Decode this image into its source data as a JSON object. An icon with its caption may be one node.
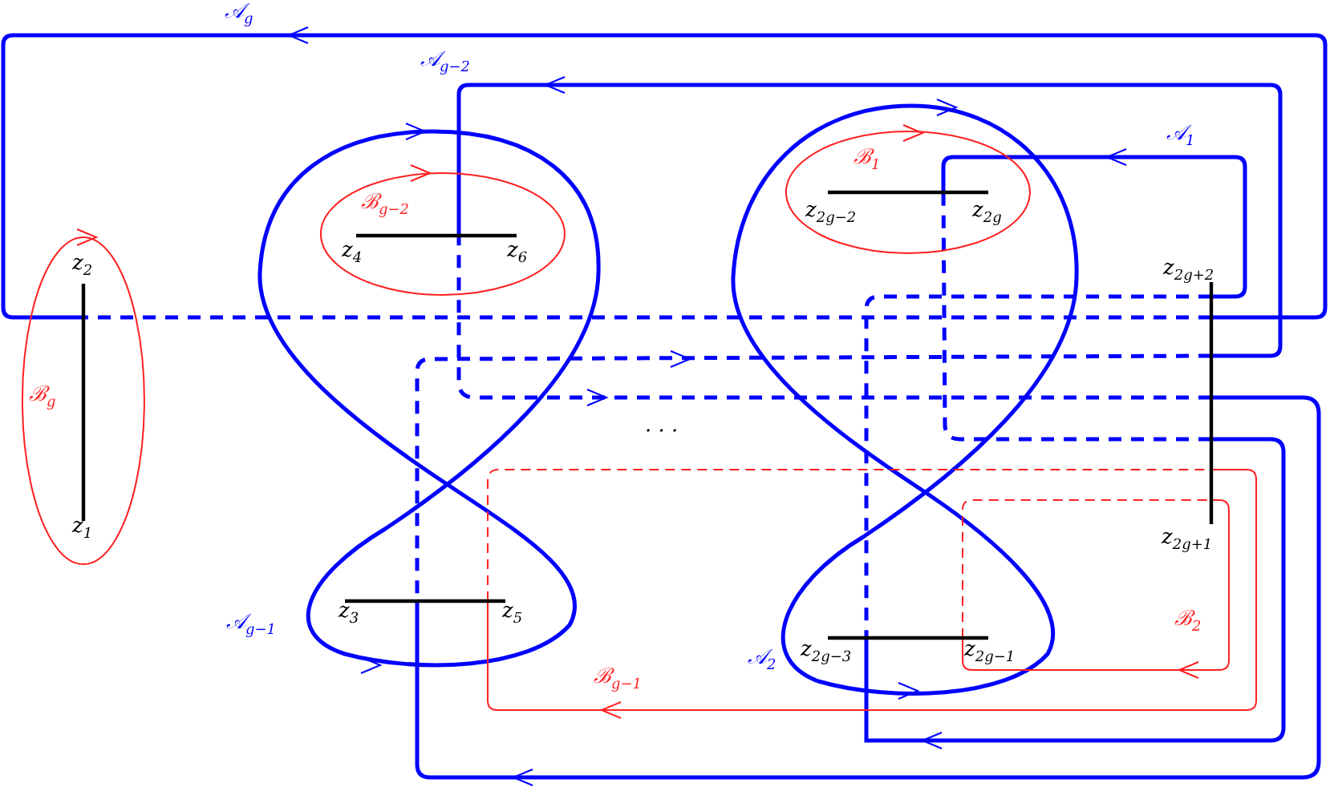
{
  "diagram": {
    "labels": [
      "𝒜$_{g}$",
      "𝒜$_{g−2}$",
      "𝒜$_{1}$",
      "ℬ$_{g−2}$",
      "ℬ$_{1}$",
      "z$_{4}$",
      "z$_{6}$",
      "z$_{2g−2}$",
      "z$_{2g}$",
      "z$_{2}$",
      "z$_{2g+2}$",
      "ℬ$_{g}$",
      "· · ·",
      "z$_{1}$",
      "z$_{2g+1}$",
      "𝒜$_{g−1}$",
      "z$_{3}$",
      "z$_{5}$",
      "z$_{2g−3}$",
      "z$_{2g−1}$",
      "ℬ$_{2}$",
      "𝒜$_{2}$",
      "ℬ$_{g−1}$"
    ]
  }
}
